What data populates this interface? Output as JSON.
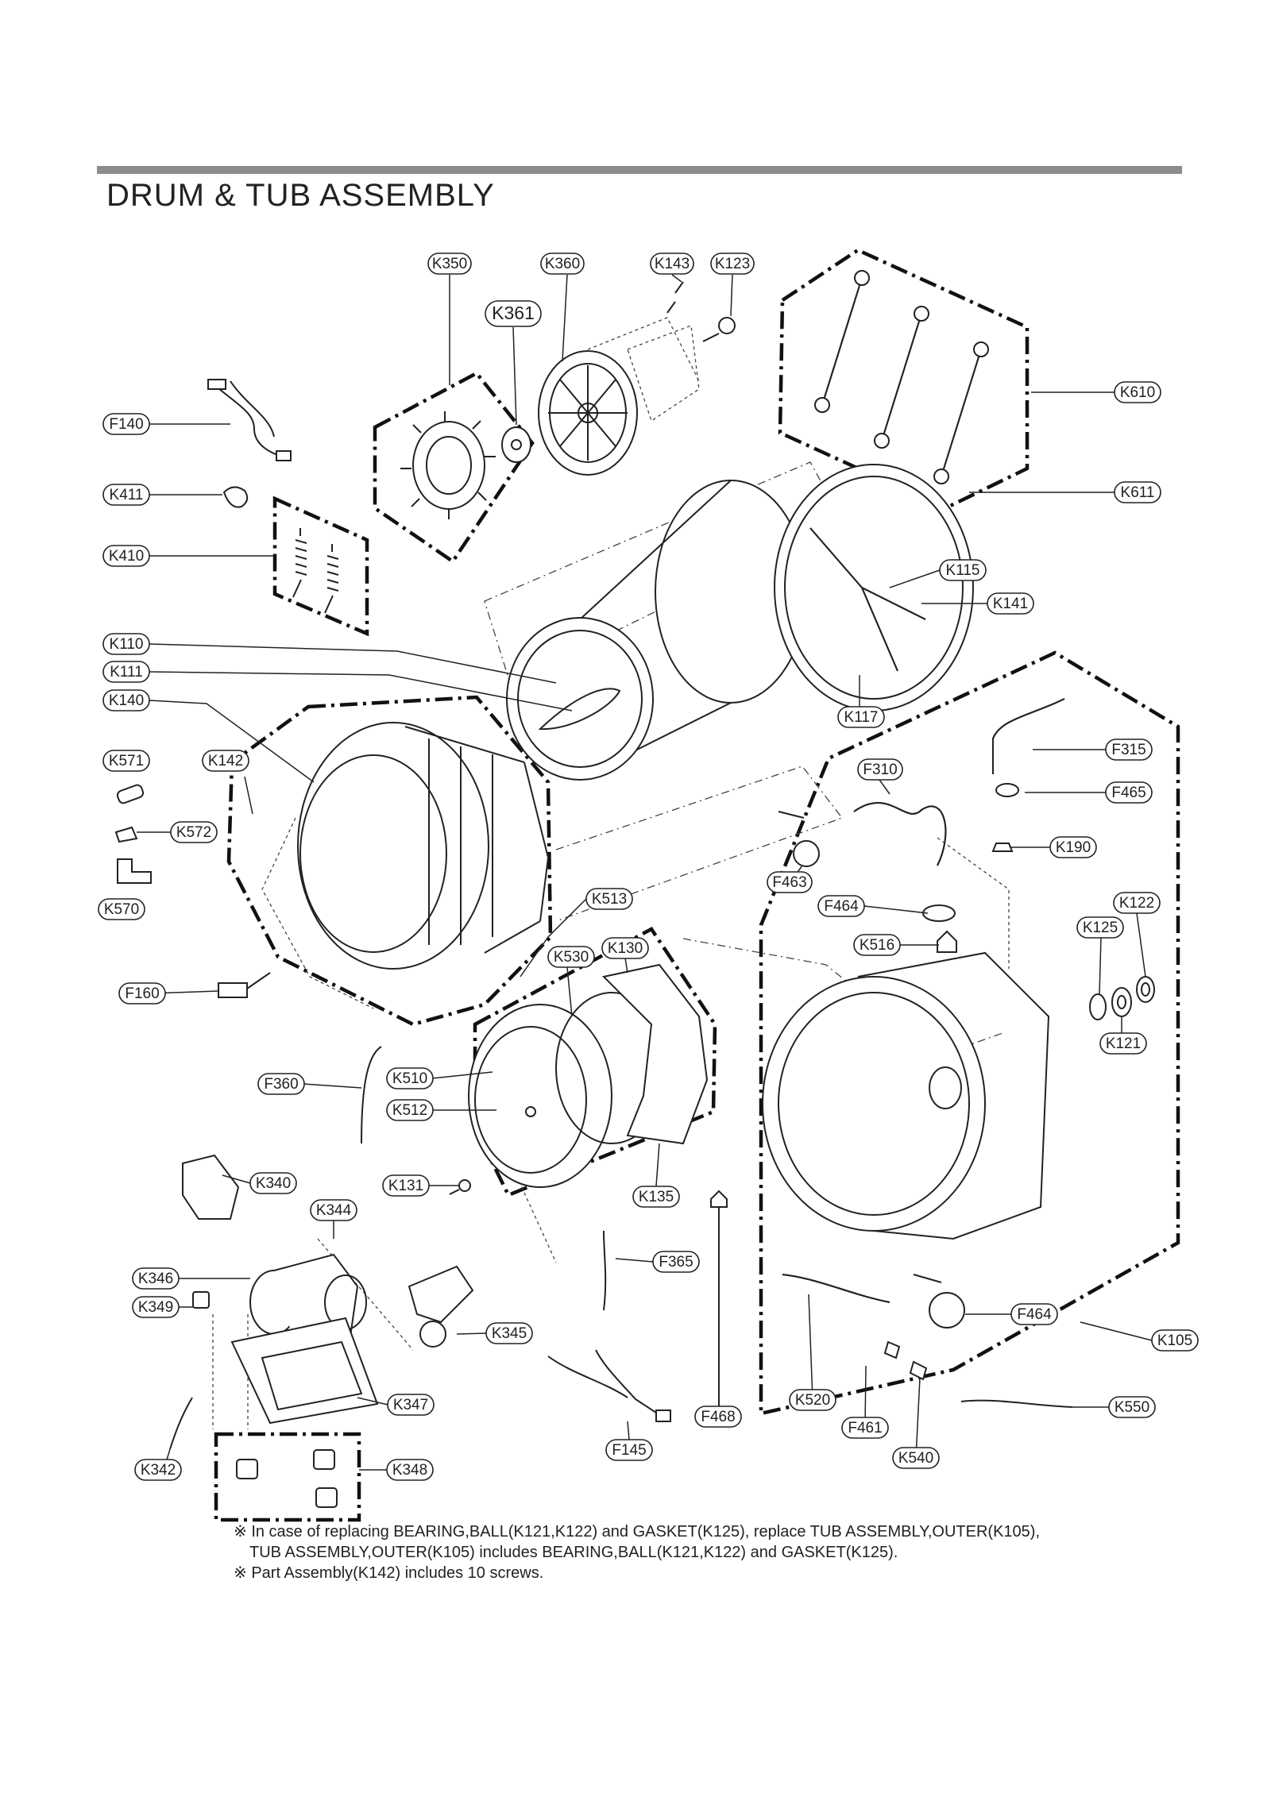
{
  "title": "DRUM & TUB ASSEMBLY",
  "labels": {
    "K350": "K350",
    "K360": "K360",
    "K143": "K143",
    "K123": "K123",
    "K361": "K361",
    "K610": "K610",
    "K611": "K611",
    "F140": "F140",
    "K411": "K411",
    "K410": "K410",
    "K115": "K115",
    "K141": "K141",
    "K110": "K110",
    "K111": "K111",
    "K140": "K140",
    "K117": "K117",
    "K571": "K571",
    "K142": "K142",
    "K572": "K572",
    "K570": "K570",
    "F315": "F315",
    "F310": "F310",
    "F465": "F465",
    "K190": "K190",
    "F463": "F463",
    "F464": "F464",
    "K513": "K513",
    "K122": "K122",
    "K125": "K125",
    "K516": "K516",
    "K530": "K530",
    "K130": "K130",
    "F160": "F160",
    "K121": "K121",
    "F360": "F360",
    "K510": "K510",
    "K512": "K512",
    "K131": "K131",
    "K340": "K340",
    "K135": "K135",
    "K344": "K344",
    "F365": "F365",
    "K346": "K346",
    "K349": "K349",
    "F464b": "F464",
    "K105": "K105",
    "K345": "K345",
    "K347": "K347",
    "K520": "K520",
    "F461": "F461",
    "F468": "F468",
    "K550": "K550",
    "F145": "F145",
    "K540": "K540",
    "K342": "K342",
    "K348": "K348"
  },
  "notes": [
    "※ In case of replacing BEARING,BALL(K121,K122) and GASKET(K125), replace TUB ASSEMBLY,OUTER(K105),",
    "TUB ASSEMBLY,OUTER(K105) includes BEARING,BALL(K121,K122) and GASKET(K125).",
    "※ Part Assembly(K142) includes 10 screws."
  ]
}
